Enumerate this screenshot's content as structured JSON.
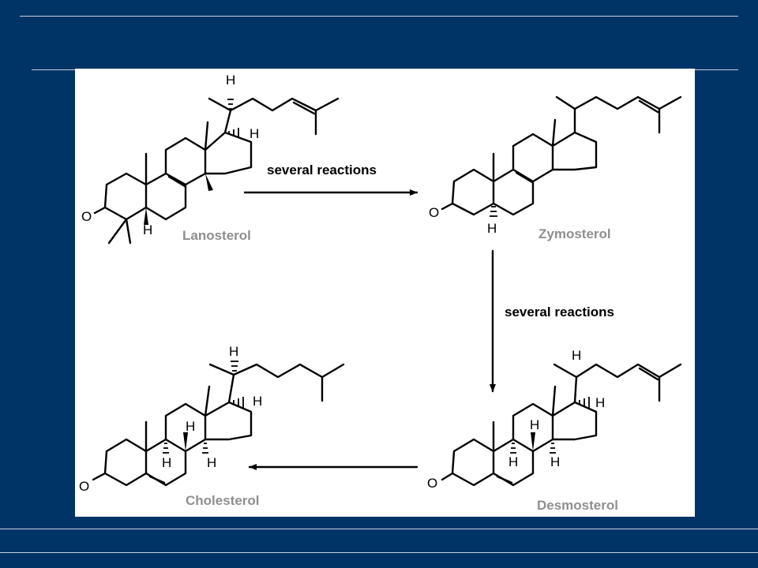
{
  "diagram": {
    "reaction_label_1": "several reactions",
    "reaction_label_2": "several reactions",
    "molecules": {
      "lanosterol": "Lanosterol",
      "zymosterol": "Zymosterol",
      "desmosterol": "Desmosterol",
      "cholesterol": "Cholesterol"
    },
    "atoms": {
      "hydrogen": "H",
      "oxygen": "O"
    }
  },
  "colors": {
    "background": "#003366",
    "panel": "#ffffff",
    "label_gray": "#8f8f8f"
  }
}
